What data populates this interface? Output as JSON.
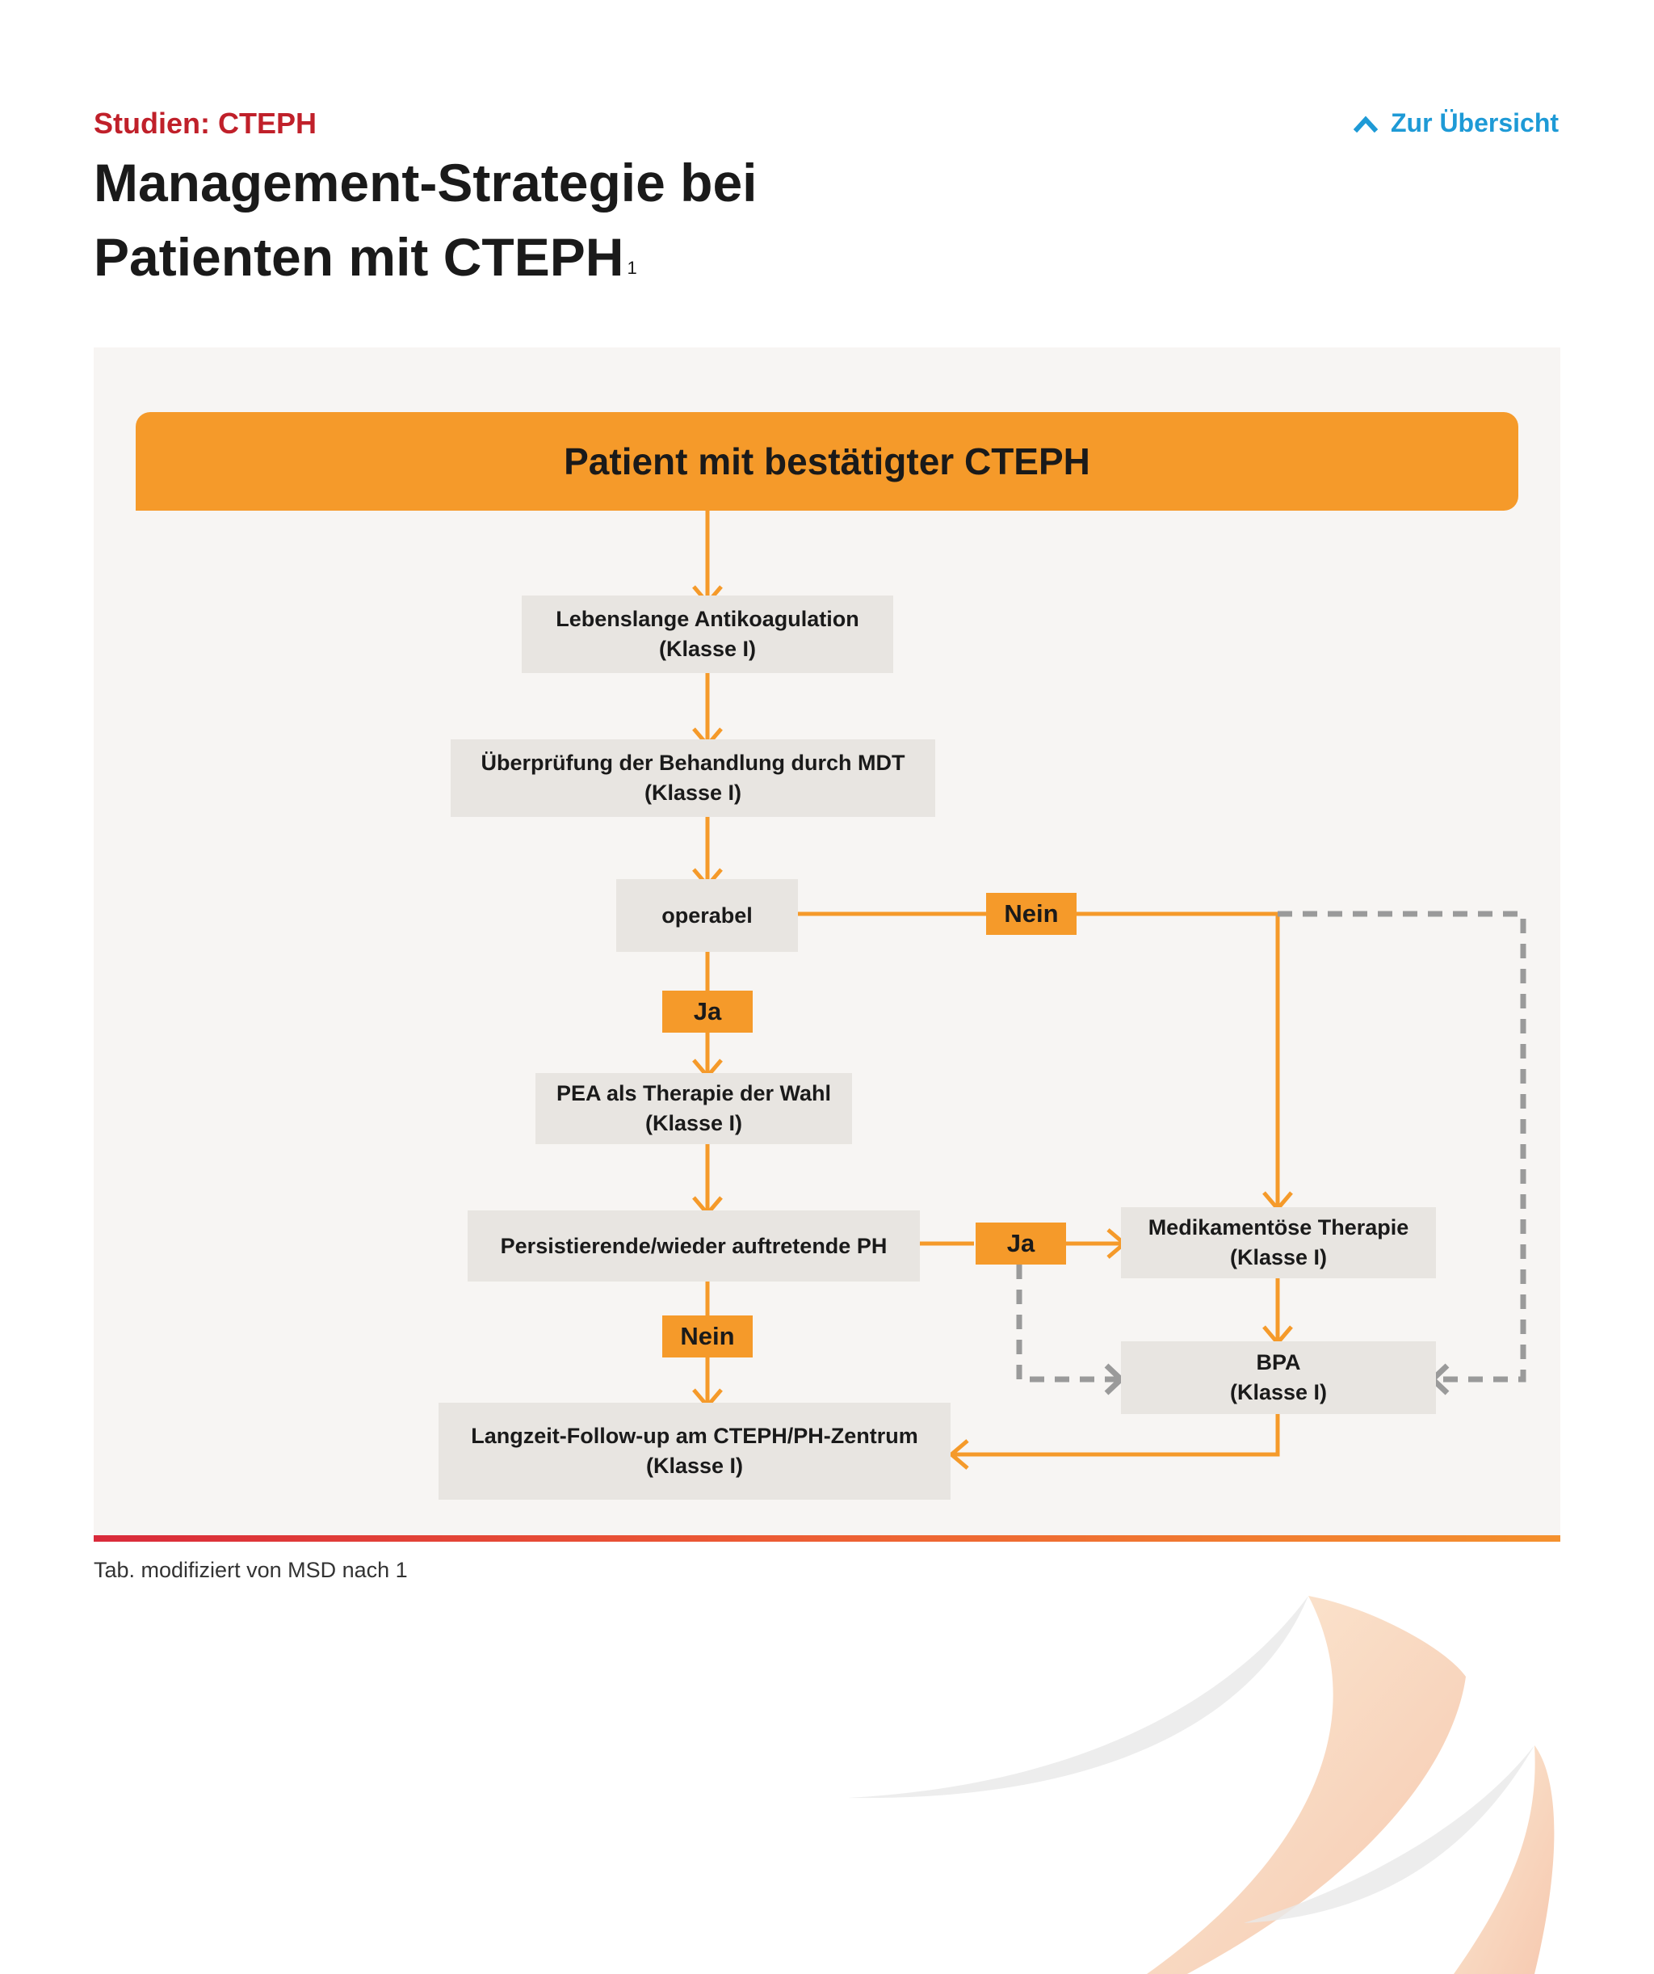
{
  "header": {
    "kicker": "Studien: CTEPH",
    "title": "Management-Strategie bei Patienten mit CTEPH",
    "title_sup": "1",
    "overview_link": "Zur Übersicht",
    "overview_icon": "chevron-up-icon"
  },
  "flow": {
    "start": "Patient mit bestätigter CTEPH",
    "nodes": {
      "anticoag": {
        "line1": "Lebenslange Antikoagulation",
        "line2": "(Klasse I)"
      },
      "review": {
        "line1": "Überprüfung der Behandlung durch MDT",
        "line2": "(Klasse I)"
      },
      "operable": {
        "line1": "operabel"
      },
      "pea": {
        "line1": "PEA als Therapie der Wahl",
        "line2": "(Klasse I)"
      },
      "persist": {
        "line1": "Persistierende/wieder auftretende PH"
      },
      "medical": {
        "line1": "Medikamentöse Therapie",
        "line2": "(Klasse I)"
      },
      "bpa": {
        "line1": "BPA",
        "line2": "(Klasse I)"
      },
      "followup": {
        "line1": "Langzeit-Follow-up am CTEPH/PH-Zentrum",
        "line2": "(Klasse I)"
      }
    },
    "labels": {
      "operable_no": "Nein",
      "operable_yes": "Ja",
      "persist_yes": "Ja",
      "persist_no": "Nein"
    },
    "colors": {
      "accent": "#f59a2a",
      "box": "#e8e5e1",
      "dashed": "#9a9a9a",
      "panel": "#f7f5f3"
    }
  },
  "footer": {
    "source": "Tab. modifiziert von MSD nach 1"
  }
}
